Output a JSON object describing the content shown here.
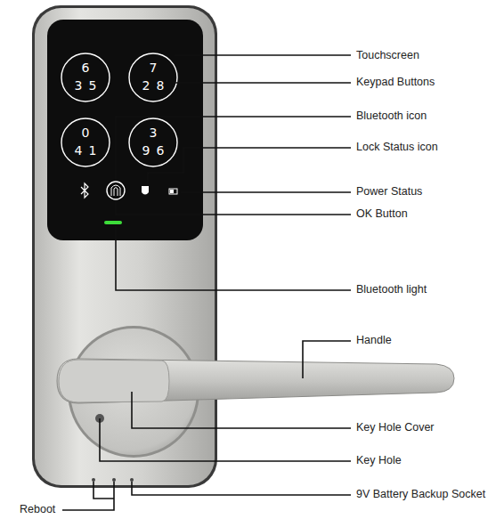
{
  "diagram": {
    "labels": [
      "Touchscreen",
      "6",
      "3",
      "5",
      "7",
      "2",
      "8",
      "0",
      "4",
      "1",
      "3",
      "9",
      "6",
      "Keypad Buttons",
      "Bluetooth icon",
      "Lock Status icon",
      "Power Status",
      "OK Button",
      "Bluetooth light",
      "Handle",
      "Key Hole Cover",
      "Key Hole",
      "9V Battery Backup Socket",
      "Reboot"
    ]
  }
}
